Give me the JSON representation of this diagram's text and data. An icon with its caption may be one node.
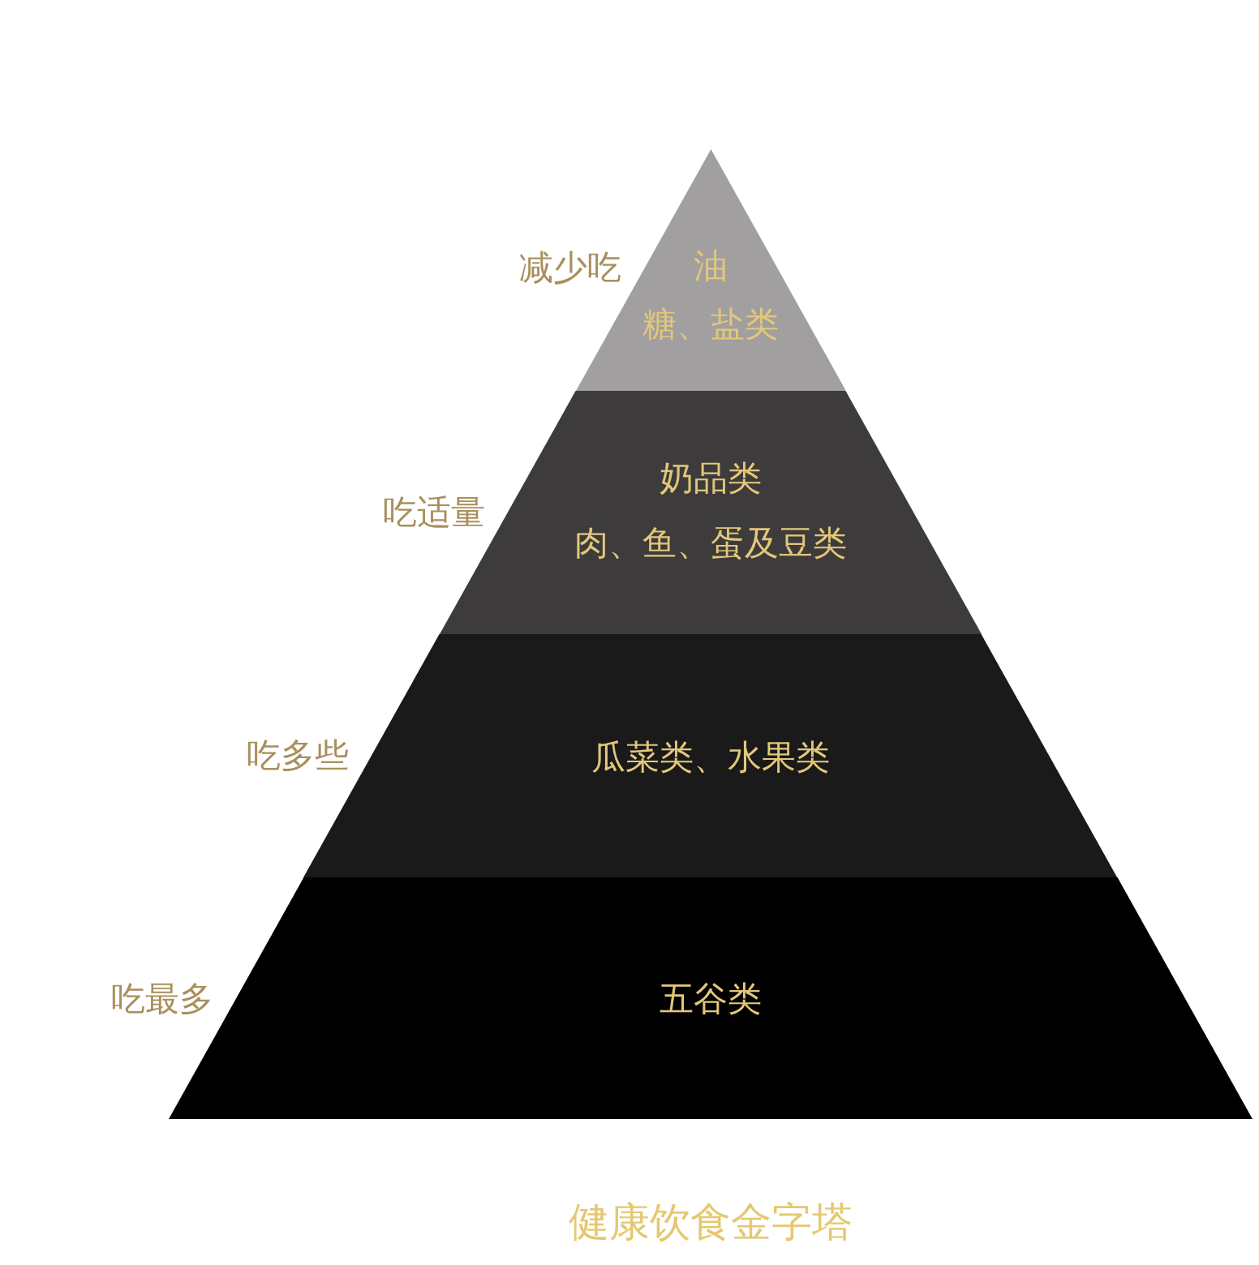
{
  "diagram": {
    "caption": "健康饮食金字塔",
    "nodes": [
      {
        "text": [
          "油",
          "糖、盐类"
        ],
        "beside": [
          "减少吃"
        ]
      },
      {
        "text": [
          "奶品类",
          "肉、鱼、蛋及豆类"
        ],
        "beside": [
          "吃适量"
        ]
      },
      {
        "text": [
          "瓜菜类、水果类"
        ],
        "beside": [
          "吃多些"
        ]
      },
      {
        "text": [
          "五谷类"
        ],
        "beside": [
          "吃最多"
        ]
      }
    ]
  }
}
